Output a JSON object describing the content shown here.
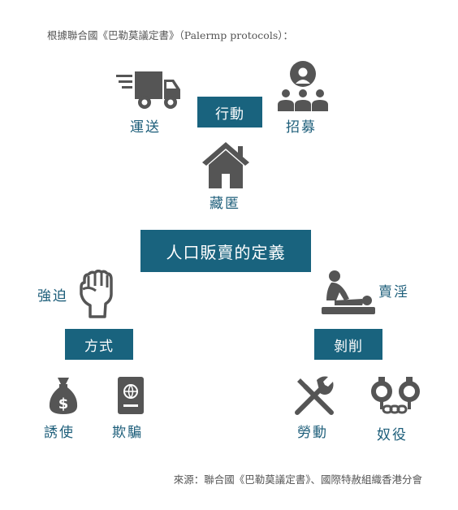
{
  "header": {
    "intro": "根據聯合國《巴勒莫議定書》（Palermp protocols）："
  },
  "center": {
    "title": "人口販賣的定義"
  },
  "categories": {
    "action": "行動",
    "means": "方式",
    "purpose": "剝削"
  },
  "items": {
    "transport": "運送",
    "recruit": "招募",
    "harbour": "藏匿",
    "coercion": "強迫",
    "prostitution": "賣淫",
    "inducement": "誘使",
    "deception": "欺騙",
    "labour": "勞動",
    "slavery": "奴役"
  },
  "footer": {
    "source": "來源：聯合國《巴勒莫議定書》、國際特赦組織香港分會"
  },
  "colors": {
    "accent": "#19637e",
    "label": "#1d5e7a",
    "icon": "#555555"
  },
  "icons": {
    "transport": "truck-icon",
    "recruit": "people-icon",
    "harbour": "house-icon",
    "coercion": "fist-icon",
    "prostitution": "massage-icon",
    "inducement": "money-bag-icon",
    "deception": "passport-icon",
    "labour": "tools-icon",
    "slavery": "handcuffs-icon",
    "links": "chain-icon"
  }
}
